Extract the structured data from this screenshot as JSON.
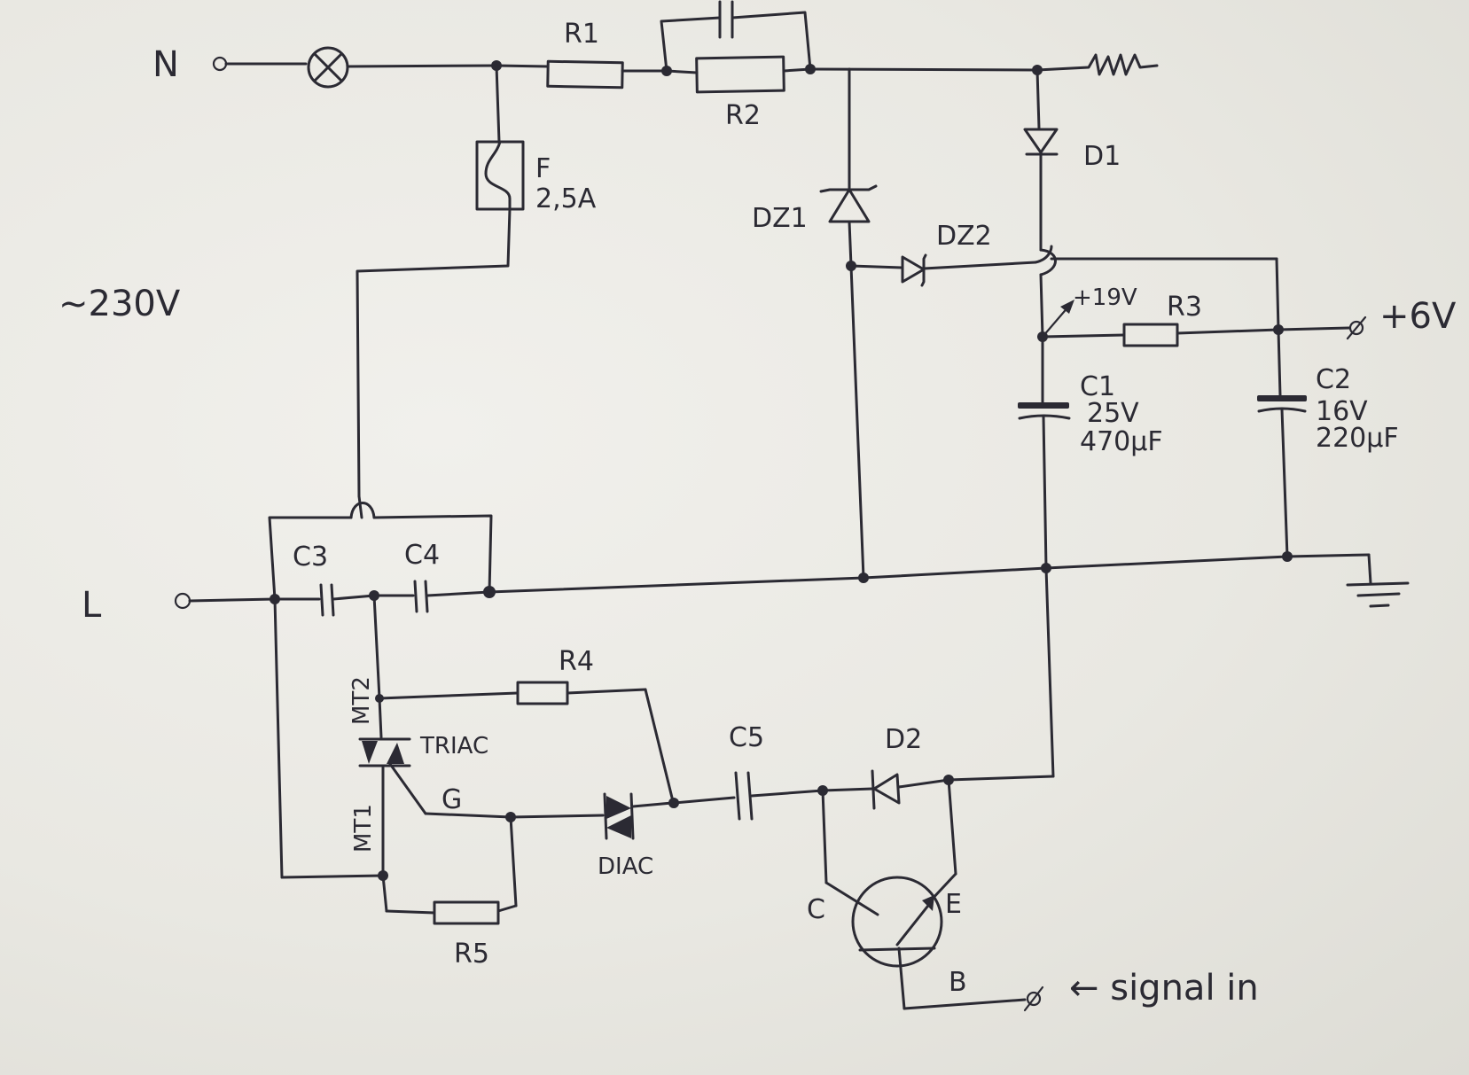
{
  "labels": {
    "neutral": "N",
    "line": "L",
    "mains": "~230V",
    "r1": "R1",
    "r2": "R2",
    "r3": "R3",
    "r4": "R4",
    "r5": "R5",
    "fuse": "F",
    "fuse_rating": "2,5A",
    "d1": "D1",
    "d2": "D2",
    "dz1": "DZ1",
    "dz2": "DZ2",
    "plus19": "+19V",
    "plus6": "+6V",
    "c1": "C1",
    "c1_voltage": "25V",
    "c1_cap": "470µF",
    "c2": "C2",
    "c2_voltage": "16V",
    "c2_cap": "220µF",
    "c3": "C3",
    "c4": "C4",
    "c5": "C5",
    "mt2": "MT2",
    "mt1": "MT1",
    "triac": "TRIAC",
    "gate": "G",
    "diac": "DIAC",
    "collector": "C",
    "emitter": "E",
    "base": "B",
    "signal_in": "← signal in"
  },
  "colors": {
    "ink": "#2b2a33",
    "paper": "#eceae4"
  }
}
